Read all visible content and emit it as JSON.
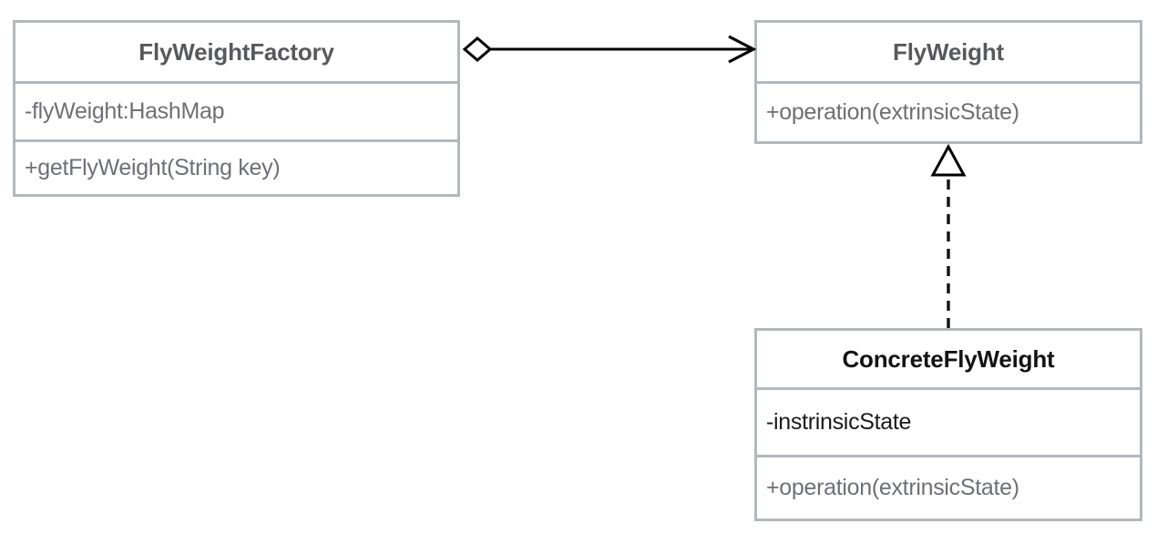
{
  "diagram": {
    "type": "uml-class-diagram",
    "pattern": "Flyweight",
    "background_color": "#ffffff",
    "border_color": "#b3b8bb",
    "connector_color": "#000000"
  },
  "classes": [
    {
      "id": "flyweightfactory",
      "name": "FlyWeightFactory",
      "title_color": "#58595b",
      "attributes": [
        {
          "text": "-flyWeight:HashMap",
          "visibility": "private",
          "color": "#6e7073"
        }
      ],
      "operations": [
        {
          "text": "+getFlyWeight(String key)",
          "visibility": "public",
          "color": "#6e7073"
        }
      ]
    },
    {
      "id": "flyweight",
      "name": "FlyWeight",
      "title_color": "#58595b",
      "attributes": [],
      "operations": [
        {
          "text": "+operation(extrinsicState)",
          "visibility": "public",
          "color": "#6e7073"
        }
      ]
    },
    {
      "id": "concreteflyweight",
      "name": "ConcreteFlyWeight",
      "title_color": "#131313",
      "attributes": [
        {
          "text": "-instrinsicState",
          "visibility": "private",
          "color": "#1b1b1b"
        }
      ],
      "operations": [
        {
          "text": "+operation(extrinsicState)",
          "visibility": "public",
          "color": "#6e7073"
        }
      ]
    }
  ],
  "relationships": [
    {
      "id": "aggregation-factory-flyweight",
      "kind": "aggregation",
      "from": "FlyWeightFactory",
      "to": "FlyWeight",
      "line_style": "solid",
      "source_decoration": "hollow-diamond",
      "target_decoration": "open-arrow",
      "label": ""
    },
    {
      "id": "realization-concrete-flyweight",
      "kind": "realization",
      "from": "ConcreteFlyWeight",
      "to": "FlyWeight",
      "line_style": "dashed",
      "source_decoration": "none",
      "target_decoration": "hollow-triangle",
      "label": ""
    }
  ]
}
